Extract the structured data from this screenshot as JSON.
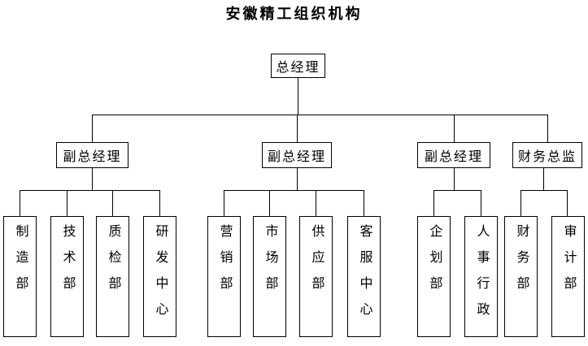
{
  "title": "安徽精工组织机构",
  "nodes": {
    "root": {
      "label": "总经理"
    },
    "managers": [
      {
        "label": "副总经理"
      },
      {
        "label": "副总经理"
      },
      {
        "label": "副总经理"
      },
      {
        "label": "财务总监"
      }
    ],
    "departments": [
      {
        "label": "制造部"
      },
      {
        "label": "技术部"
      },
      {
        "label": "质检部"
      },
      {
        "label": "研发中心"
      },
      {
        "label": "营销部"
      },
      {
        "label": "市场部"
      },
      {
        "label": "供应部"
      },
      {
        "label": "客服中心"
      },
      {
        "label": "企划部"
      },
      {
        "label": "人事行政"
      },
      {
        "label": "财务部"
      },
      {
        "label": "审计部"
      }
    ]
  },
  "colors": {
    "line": "#000000",
    "background": "#ffffff",
    "text": "#000000"
  }
}
